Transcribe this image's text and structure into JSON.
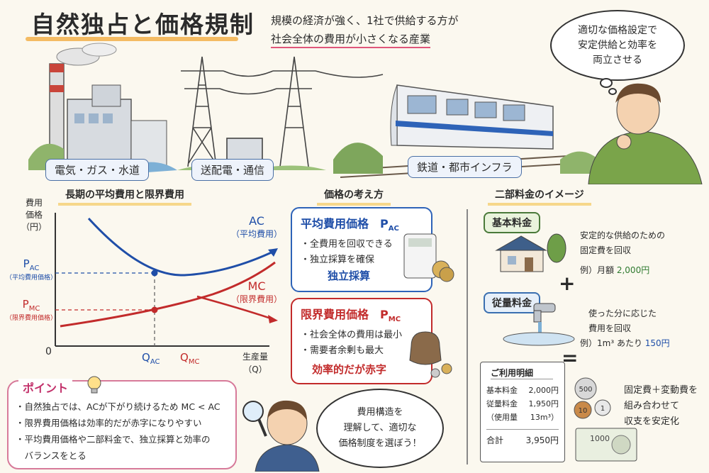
{
  "title": "自然独占と価格規制",
  "subtitle": {
    "line1": "規模の経済が強く、1社で供給する方が",
    "line2": "社会全体の費用が小さくなる産業"
  },
  "top_thought": {
    "line1": "適切な価格設定で",
    "line2": "安定供給と効率を",
    "line3": "両立させる"
  },
  "industries": [
    "電気・ガス・水道",
    "送配電・通信",
    "鉄道・都市インフラ"
  ],
  "sections": {
    "graph": "長期の平均費用と限界費用",
    "pricing": "価格の考え方",
    "twopart": "二部料金のイメージ"
  },
  "graph": {
    "ylabel": {
      "line1": "費用",
      "line2": "価格",
      "line3": "（円）"
    },
    "origin": "0",
    "xlabel": {
      "line1": "生産量",
      "line2": "（Q）"
    },
    "ac": {
      "name": "AC",
      "desc": "（平均費用）"
    },
    "mc": {
      "name": "MC",
      "desc": "（限界費用）"
    },
    "pac": {
      "main": "P",
      "sub": "AC",
      "desc": "（平均費用価格）"
    },
    "pmc": {
      "main": "P",
      "sub": "MC",
      "desc": "（限界費用価格）"
    },
    "qac": {
      "main": "Q",
      "sub": "AC"
    },
    "qmc": {
      "main": "Q",
      "sub": "MC"
    }
  },
  "ac_pricing": {
    "title": "平均費用価格",
    "symbol": "P",
    "sub": "AC",
    "bullets": [
      "・全費用を回収できる",
      "・独立採算を確保"
    ],
    "result": "独立採算"
  },
  "mc_pricing": {
    "title": "限界費用価格",
    "symbol": "P",
    "sub": "MC",
    "bullets": [
      "・社会全体の費用は最小",
      "・需要者余剰も最大"
    ],
    "result": "効率的だが赤字"
  },
  "twopart": {
    "basic": {
      "label": "基本料金",
      "desc1": "安定的な供給のための",
      "desc2": "固定費を回収",
      "example": "例）月額",
      "amount": "2,000円"
    },
    "plus": "+",
    "usage": {
      "label": "従量料金",
      "desc1": "使った分に応じた",
      "desc2": "費用を回収",
      "example": "例）1m³ あたり",
      "amount": "150円"
    },
    "equals": "=",
    "receipt": {
      "title": "ご利用明細",
      "rows": [
        {
          "label": "基本料金",
          "value": "2,000円"
        },
        {
          "label": "従量料金",
          "value": "1,950円"
        },
        {
          "label": "（使用量",
          "value": "13m³）"
        }
      ],
      "total_label": "合計",
      "total_value": "3,950円"
    },
    "summary": {
      "line1": "固定費＋変動費を",
      "line2": "組み合わせて",
      "line3": "収支を安定化"
    },
    "coins": [
      "500",
      "10",
      "1"
    ],
    "bill": "1000"
  },
  "point": {
    "title": "ポイント",
    "items": [
      "・自然独占では、ACが下がり続けるため MC < AC",
      "・限界費用価格は効率的だが赤字になりやすい",
      "・平均費用価格や二部料金で、独立採算と効率の",
      "　バランスをとる"
    ]
  },
  "bottom_thought": {
    "line1": "費用構造を",
    "line2": "理解して、適切な",
    "line3": "価格制度を選ぼう！"
  },
  "colors": {
    "ac": "#1f4ea8",
    "mc": "#c22b2b",
    "accent": "#f2b04a"
  }
}
